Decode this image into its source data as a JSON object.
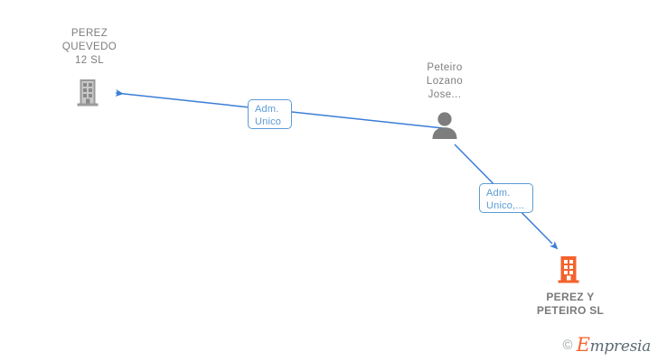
{
  "diagram": {
    "type": "corporate-relationship-graph",
    "background_color": "#ffffff",
    "edge_color": "#3b7dd8",
    "nodes": [
      {
        "id": "perez-quevedo-12-sl",
        "kind": "company",
        "icon": "building-icon",
        "icon_color": "#8c8c8c",
        "label": "PEREZ\nQUEVEDO\n12  SL",
        "bold": false
      },
      {
        "id": "peteiro-lozano-jose",
        "kind": "person",
        "icon": "person-icon",
        "icon_color": "#7d7d7d",
        "label": "Peteiro\nLozano\nJose...",
        "bold": false
      },
      {
        "id": "perez-y-peteiro-sl",
        "kind": "company",
        "icon": "building-icon",
        "icon_color": "#f4622e",
        "label": "PEREZ Y\nPETEIRO  SL",
        "bold": true
      }
    ],
    "edges": [
      {
        "id": "edge-person-to-perez-quevedo",
        "from": "peteiro-lozano-jose",
        "to": "perez-quevedo-12-sl",
        "label": "Adm.\nUnico",
        "color": "#3b7dd8"
      },
      {
        "id": "edge-person-to-perez-y-peteiro",
        "from": "peteiro-lozano-jose",
        "to": "perez-y-peteiro-sl",
        "label": "Adm.\nUnico,...",
        "color": "#3b7dd8"
      }
    ]
  },
  "watermark": {
    "copyright": "©",
    "brand_first": "E",
    "brand_rest": "mpresia"
  }
}
